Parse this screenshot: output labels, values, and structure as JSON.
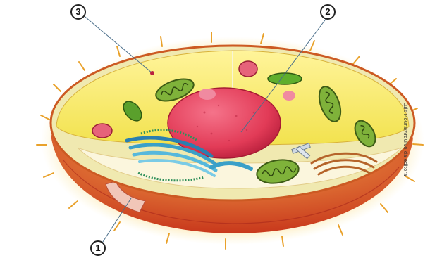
{
  "labels": [
    {
      "id": "1",
      "text": "1"
    },
    {
      "id": "2",
      "text": "2"
    },
    {
      "id": "3",
      "text": "3"
    }
  ],
  "credit": "Luis Moura/Arquivo da editora",
  "colors": {
    "membrane_outer": "#e2561f",
    "membrane_glow": "#f5c23a",
    "cytoplasm": "#f6ef6a",
    "nucleus": "#e8405a",
    "mitochondria": "#6a9a2a",
    "golgi": "#3aa0c8",
    "er": "#2f8f5a"
  }
}
